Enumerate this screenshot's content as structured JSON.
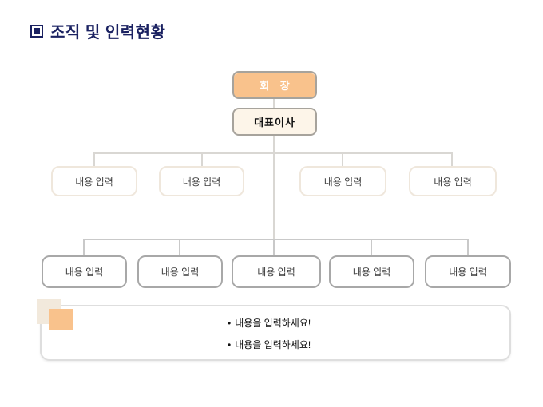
{
  "header": {
    "title": "조직 및 인력현황"
  },
  "org_chart": {
    "root": {
      "label": "회 장",
      "role": "chairman"
    },
    "ceo": {
      "label": "대표이사",
      "role": "ceo"
    },
    "level2": [
      {
        "label": "내용 입력"
      },
      {
        "label": "내용 입력"
      },
      {
        "label": "내용 입력"
      },
      {
        "label": "내용 입력"
      }
    ],
    "level3": [
      {
        "label": "내용 입력"
      },
      {
        "label": "내용 입력"
      },
      {
        "label": "내용 입력"
      },
      {
        "label": "내용 입력"
      },
      {
        "label": "내용 입력"
      }
    ]
  },
  "notes_panel": {
    "bullet_char": "•",
    "bullets": [
      "내용을 입력하세요!",
      "내용을 입력하세요!"
    ]
  },
  "colors": {
    "accent": "#1A2161",
    "orange": "#F9C28C",
    "cream": "#FDF5E9",
    "line_upper": "#D9D7D3",
    "line_lower": "#C9C9C9",
    "border_strong": "#A7A39C",
    "border_gray": "#A8A8A8",
    "border_soft": "#EFE7DC",
    "panel_border": "#DEDEDE",
    "square_cream": "#F2E9DC",
    "text_dark": "#3C3C3C"
  }
}
